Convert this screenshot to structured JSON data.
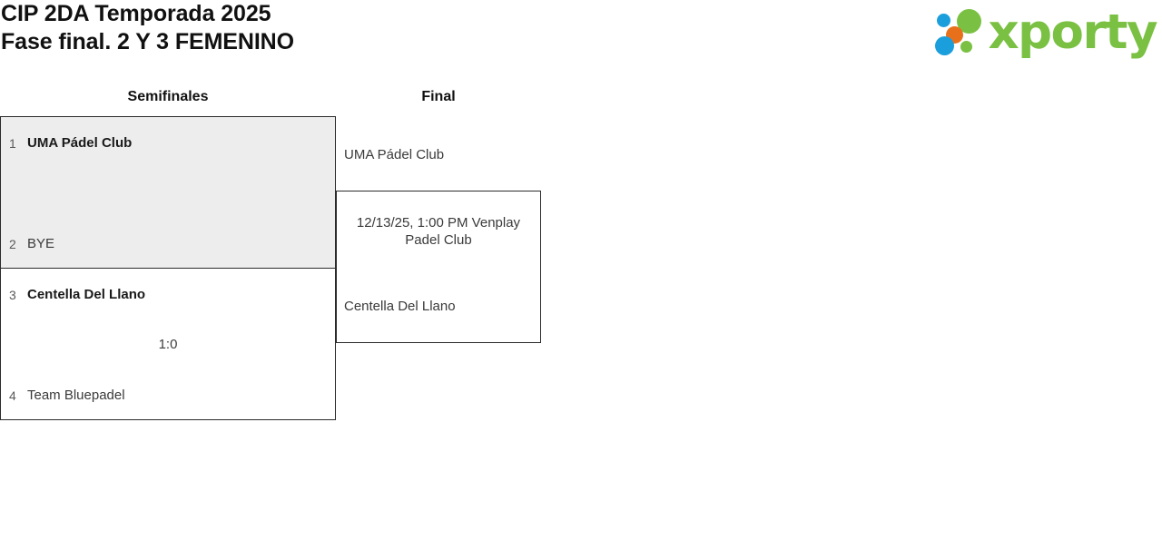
{
  "header": {
    "title_line1": "CIP 2DA Temporada 2025",
    "title_line2": "Fase final. 2 Y 3 FEMENINO",
    "logo_word": "xporty",
    "logo_colors": {
      "blue": "#1b9fdc",
      "orange": "#e8701a",
      "green": "#7ac143"
    }
  },
  "rounds": [
    {
      "id": "semifinals",
      "label": "Semifinales"
    },
    {
      "id": "final",
      "label": "Final"
    }
  ],
  "bracket": {
    "semifinals": [
      {
        "id": "sf-1",
        "highlighted": true,
        "score": "",
        "top": {
          "seed": "1",
          "name": "UMA Pádel Club",
          "winner": true
        },
        "bottom": {
          "seed": "2",
          "name": "BYE",
          "winner": false
        }
      },
      {
        "id": "sf-2",
        "highlighted": false,
        "score": "1:0",
        "top": {
          "seed": "3",
          "name": "Centella Del Llano",
          "winner": true
        },
        "bottom": {
          "seed": "4",
          "name": "Team Bluepadel",
          "winner": false
        }
      }
    ],
    "final": {
      "id": "final-1",
      "schedule_line1": "12/13/25, 1:00 PM Venplay",
      "schedule_line2": "Padel Club",
      "top": {
        "name": "UMA Pádel Club"
      },
      "bottom": {
        "name": "Centella Del Llano"
      }
    }
  }
}
